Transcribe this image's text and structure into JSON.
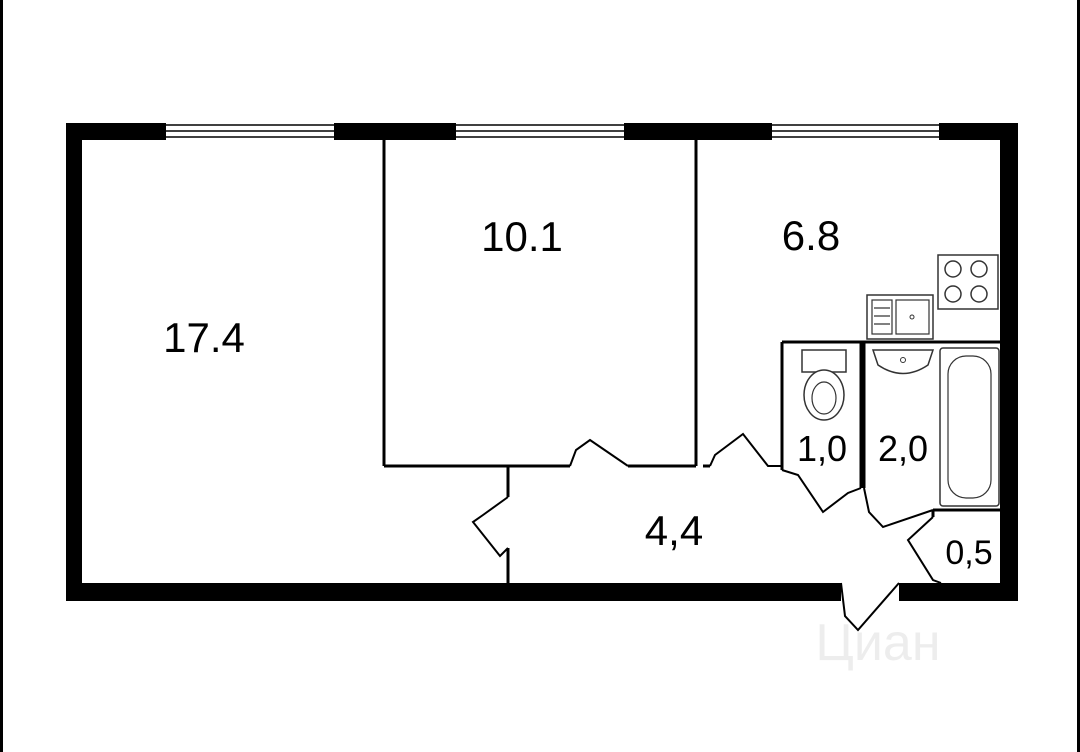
{
  "floor_plan": {
    "rooms": [
      {
        "id": "living-room",
        "area": "17.4"
      },
      {
        "id": "bedroom",
        "area": "10.1"
      },
      {
        "id": "kitchen",
        "area": "6.8"
      },
      {
        "id": "hallway",
        "area": "4,4"
      },
      {
        "id": "toilet",
        "area": "1,0"
      },
      {
        "id": "bathroom",
        "area": "2,0"
      },
      {
        "id": "closet",
        "area": "0,5"
      }
    ],
    "watermark": "Циан"
  },
  "colors": {
    "wall": "#000000",
    "background": "#ffffff",
    "fixture": "#333333"
  }
}
